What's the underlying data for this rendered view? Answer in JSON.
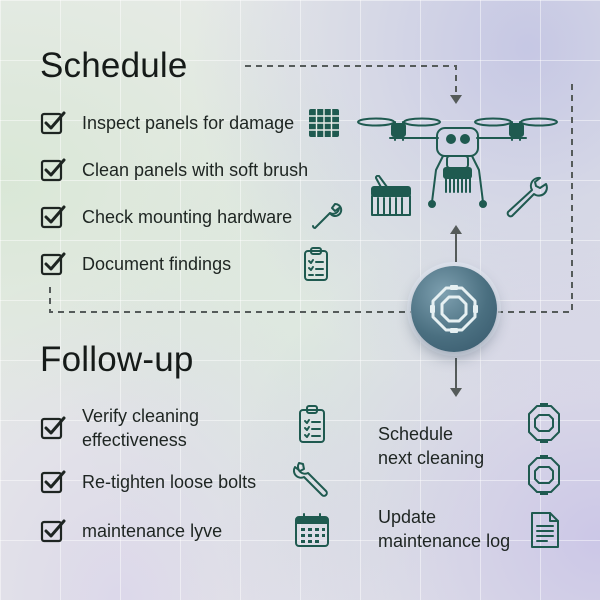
{
  "schedule": {
    "title": "Schedule",
    "items": [
      {
        "label": "Inspect panels for damage",
        "icon": "solar-panel-icon"
      },
      {
        "label": "Clean panels with soft brush",
        "icon": ""
      },
      {
        "label": "Check mounting hardware",
        "icon": "wrench-icon"
      },
      {
        "label": "Document findings",
        "icon": "clipboard-icon"
      }
    ]
  },
  "followup": {
    "title": "Follow-up",
    "items": [
      {
        "line1": "Verify cleaning",
        "line2": "effectiveness",
        "icon": "clipboard-icon"
      },
      {
        "label": "Re-tighten loose bolts",
        "icon": "wrench-icon"
      },
      {
        "label": "maintenance lyve",
        "icon": "calendar-icon"
      }
    ]
  },
  "outcomes": [
    {
      "line1": "Schedule",
      "line2": "next cleaning",
      "icon": "octagon-nut-icon"
    },
    {
      "line1": "Update",
      "line2": "maintenance log",
      "icon": "document-icon"
    }
  ],
  "illustration": {
    "drone": "cleaning-drone-icon",
    "brush": "brush-icon",
    "tool": "wrench-icon",
    "hub": "octagon-gear-icon"
  },
  "colors": {
    "ink": "#1f5a50",
    "hub": "#4a6f80",
    "text": "#1e2522"
  }
}
